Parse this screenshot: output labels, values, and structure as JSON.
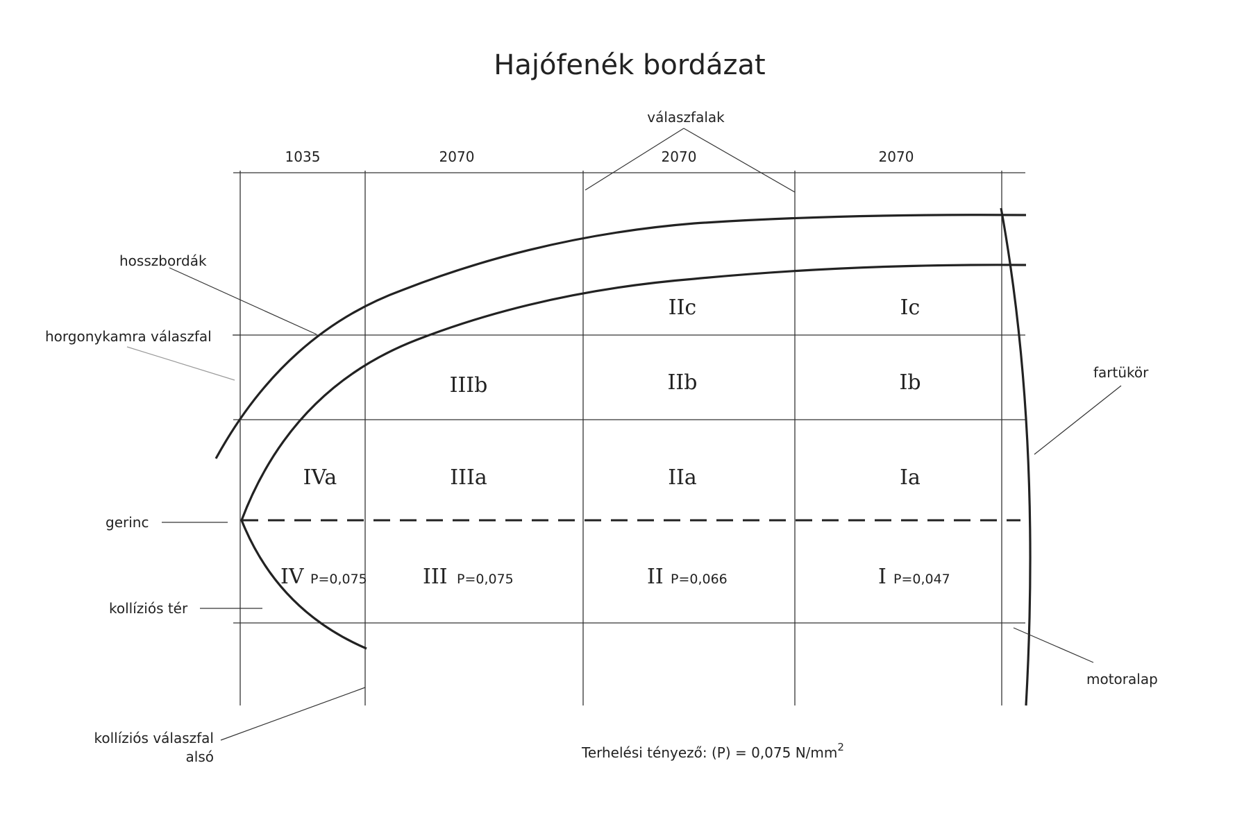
{
  "title": "Hajófenék bordázat",
  "dimensions": [
    "1035",
    "2070",
    "2070",
    "2070"
  ],
  "labels": {
    "valaszfalak": "válaszfalak",
    "hosszbordak": "hosszbordák",
    "horgonykamra": "horgonykamra válaszfal",
    "gerinc": "gerinc",
    "kollizios_ter": "kollíziós tér",
    "kollizios_valaszfal_1": "kollíziós válaszfal",
    "kollizios_valaszfal_2": "alsó",
    "fartukor": "fartükör",
    "motoralap": "motoralap"
  },
  "zones": {
    "IIc": "IIc",
    "Ic": "Ic",
    "IIIb": "IIIb",
    "IIb": "IIb",
    "Ib": "Ib",
    "IVa": "IVa",
    "IIIa": "IIIa",
    "IIa": "IIa",
    "Ia": "Ia",
    "IV": "IV",
    "III": "III",
    "II": "II",
    "I": "I"
  },
  "pvalues": {
    "IV": "P=0,075",
    "III": "P=0,075",
    "II": "P=0,066",
    "I": "P=0,047"
  },
  "formula": {
    "text": "Terhelési tényező: (P) = 0,075 N/mm",
    "sup": "2"
  }
}
